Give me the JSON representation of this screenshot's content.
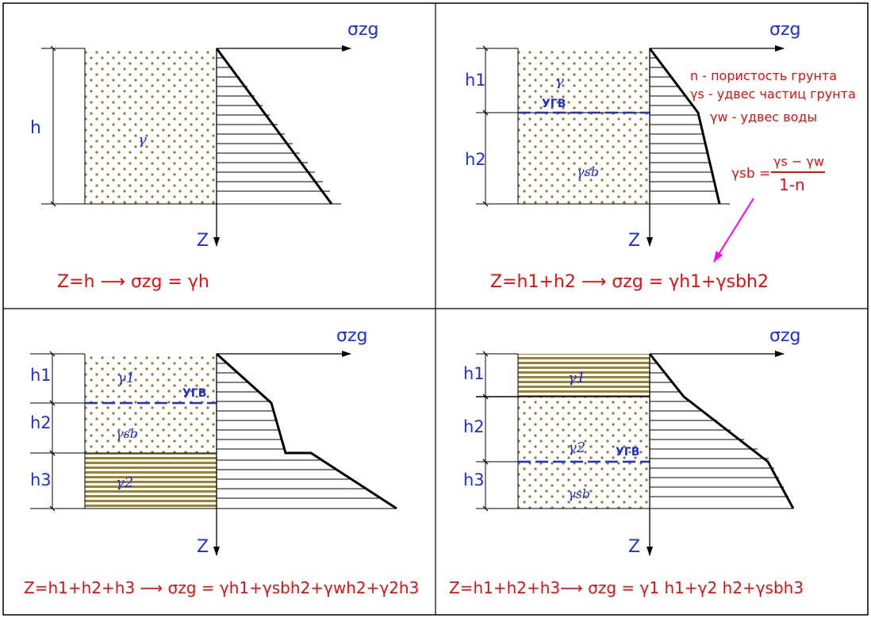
{
  "colors": {
    "frame": "#000000",
    "axis": "#000000",
    "label_blue": "#1f2fd6",
    "formula_red": "#e01010",
    "arrow_magenta": "#ff00ff",
    "soil_dots": "#8a7a2a",
    "soil_stripes": "#9b8230",
    "hatch": "#000000"
  },
  "panels": {
    "p1": {
      "axis_label": "σzg",
      "z_label": "Z",
      "heights": [
        "h"
      ],
      "gamma": "γ",
      "formula": "Z=h ⟶ σzg = γh"
    },
    "p2": {
      "axis_label": "σzg",
      "z_label": "Z",
      "heights": [
        "h1",
        "h2"
      ],
      "gamma1": "γ",
      "ugv": "УГВ",
      "gamma_sb": "γsb",
      "legend": [
        "n - пористость грунта",
        "γs - удвес частиц грунта",
        "γw - удвес воды"
      ],
      "sb_formula_left": "γsb =",
      "sb_formula_num": "γs − γw",
      "sb_formula_den": "1-n",
      "formula": "Z=h1+h2 ⟶ σzg = γh1+γsbh2"
    },
    "p3": {
      "axis_label": "σzg",
      "z_label": "Z",
      "heights": [
        "h1",
        "h2",
        "h3"
      ],
      "gamma1": "γ1",
      "ugv": "УГВ",
      "gamma_sb": "γsb",
      "gamma2": "γ2",
      "formula": "Z=h1+h2+h3 ⟶ σzg = γh1+γsbh2+γwh2+γ2h3"
    },
    "p4": {
      "axis_label": "σzg",
      "z_label": "Z",
      "heights": [
        "h1",
        "h2",
        "h3"
      ],
      "gamma1": "γ1",
      "gamma2": "γ2",
      "ugv": "УГВ",
      "gamma_sb": "γsb",
      "formula": "Z=h1+h2+h3⟶ σzg = γ1 h1+γ2 h2+γsbh3"
    }
  }
}
